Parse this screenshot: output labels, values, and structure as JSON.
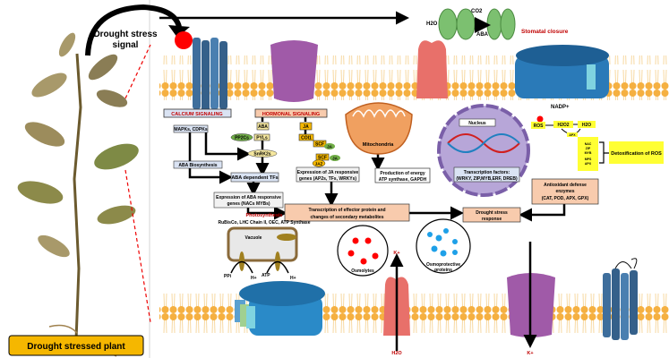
{
  "plant": {
    "label": "Drought stressed plant"
  },
  "signal": {
    "line1": "Drought stress",
    "line2": "signal"
  },
  "stomata": {
    "h2o": "H2O",
    "co2": "CO2",
    "aba": "ABA",
    "closure": "Stomatal closure"
  },
  "nadp": "NADP+",
  "calcium": {
    "title": "CALCIUM SIGNALING",
    "mapk": "MAPKs, CDPKs",
    "aba_bio": "ABA Biosynthesis"
  },
  "hormonal": {
    "title": "HORMONAL SIGNALING",
    "aba": "ABA",
    "pp2cs": "PP2Cs",
    "pyls": "PYLs",
    "snrk2s": "SnRK2s",
    "ja": "JA",
    "coi1": "COI1",
    "scf": "SCF",
    "jaz": "JAZ"
  },
  "aba_tfs": "ABA dependent TFs",
  "aba_expr": {
    "line1": "Expression of ABA responsive",
    "line2": "genes (NACs MYBs)"
  },
  "ja_expr": {
    "line1": "Expression of JA responsive",
    "line2": "genes (AP2s, TFs, WRKYs)"
  },
  "mito": {
    "label": "Mitochondria",
    "line1": "Production of energy",
    "line2": "ATP synthase, GAPDH"
  },
  "nucleus": {
    "label": "Nucleus",
    "line1": "Transcription factors:",
    "line2": "(WRKY, ZIP,MYB,ERF, DREB)"
  },
  "ros": {
    "ros": "ROS",
    "h2o2": "H2O2",
    "h2o": "H2O",
    "apx": "APX",
    "genes": [
      "NAC",
      "ZIP",
      "MYB",
      "MPS",
      "APX"
    ],
    "detox": "Detoxification of ROS"
  },
  "antioxidant": {
    "line1": "Antioxidant defense",
    "line2": "enzymes",
    "line3": "(CAT, POD, APX, GPX)"
  },
  "response": {
    "line1": "Drought stress",
    "line2": "response"
  },
  "effector": {
    "line1": "Transcription of effector protein and",
    "line2": "changes of secondary metabolites"
  },
  "photo": {
    "title": "Photosynthesis",
    "detail": "RuBisCo, LHC Chain II, OEC, ATP Synthase"
  },
  "vacuole": {
    "label": "Vacuole",
    "ppi": "PPi",
    "h1": "H+",
    "atp": "ATP",
    "h2": "H+"
  },
  "osmolytes": "Osmolytes",
  "osmoprot": {
    "line1": "Osmoprotective",
    "line2": "proteins"
  },
  "ions": {
    "k_in": "K+",
    "h2o_bottom": "H2O",
    "k_out": "K+"
  },
  "colors": {
    "membrane": "#f5b041",
    "box_peach": "#f8cbad",
    "box_blue": "#dae3f3",
    "yellow": "#ffff33",
    "red_text": "#c00000",
    "green_oval": "#70ad47"
  }
}
